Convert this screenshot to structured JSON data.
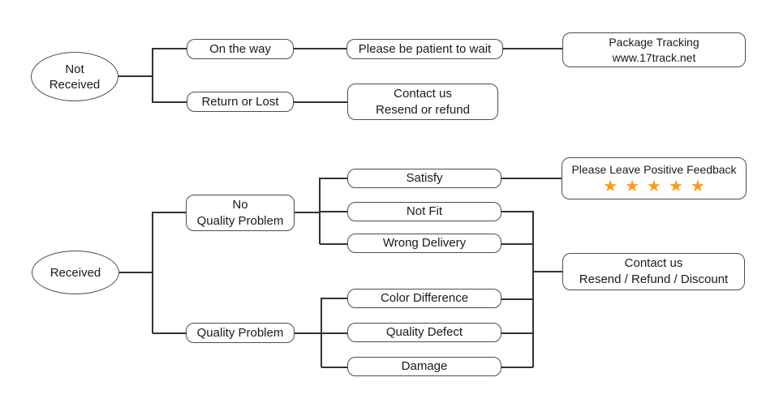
{
  "diagram": {
    "title": "Order issue resolution flowchart",
    "colors": {
      "box_border": "#4d4d4d",
      "connector_line": "#333333",
      "star": "#F69D1D",
      "text": "#1a1a1a",
      "background": "#ffffff"
    },
    "nodes": {
      "not_received": {
        "text": "Not\nReceived"
      },
      "on_the_way": {
        "text": "On the way"
      },
      "be_patient": {
        "text": "Please be patient to wait"
      },
      "package_tracking": {
        "text": "Package Tracking\nwww.17track.net"
      },
      "return_or_lost": {
        "text": "Return or Lost"
      },
      "contact_resend_refund": {
        "text": "Contact us\nResend or refund"
      },
      "received": {
        "text": "Received"
      },
      "no_quality_problem": {
        "text": "No\nQuality Problem"
      },
      "quality_problem": {
        "text": "Quality Problem"
      },
      "satisfy": {
        "text": "Satisfy"
      },
      "not_fit": {
        "text": "Not Fit"
      },
      "wrong_delivery": {
        "text": "Wrong Delivery"
      },
      "color_difference": {
        "text": "Color Difference"
      },
      "quality_defect": {
        "text": "Quality Defect"
      },
      "damage": {
        "text": "Damage"
      },
      "positive_feedback": {
        "text": "Please Leave Positive Feedback",
        "star_count": 5,
        "stars": "★★★★★"
      },
      "contact_resend_refund_discount": {
        "text": "Contact us\nResend / Refund / Discount"
      }
    }
  }
}
